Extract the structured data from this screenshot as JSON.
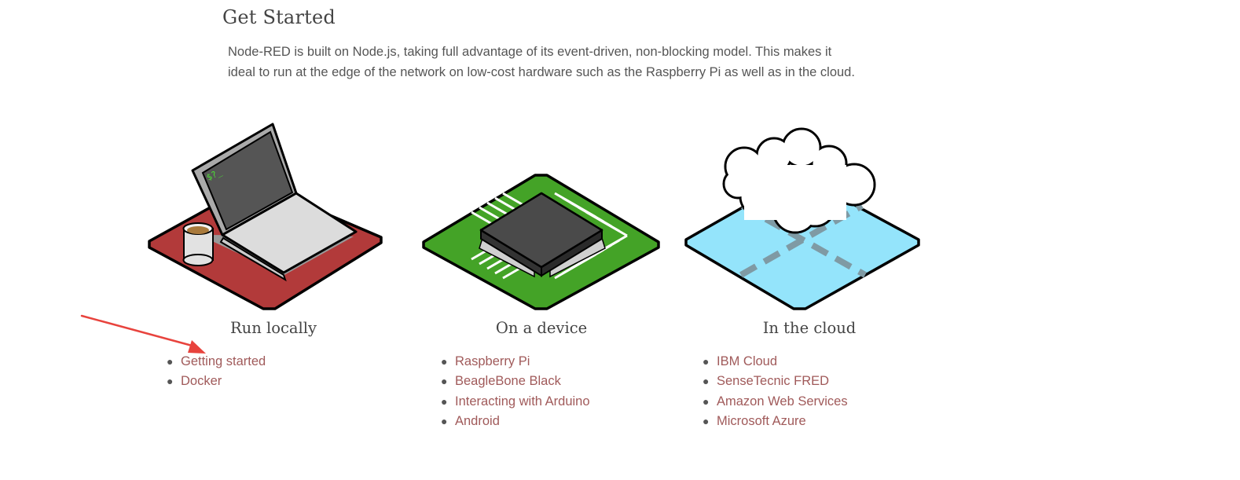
{
  "page": {
    "title": "Get Started",
    "intro": "Node-RED is built on Node.js, taking full advantage of its event-driven, non-blocking model. This makes it ideal to run at the edge of the network on low-cost hardware such as the Raspberry Pi as well as in the cloud."
  },
  "terminal_prompt": "$?_",
  "columns": [
    {
      "title": "Run locally",
      "illustration": "laptop-illustration",
      "links": [
        "Getting started",
        "Docker"
      ]
    },
    {
      "title": "On a device",
      "illustration": "chip-illustration",
      "links": [
        "Raspberry Pi",
        "BeagleBone Black",
        "Interacting with Arduino",
        "Android"
      ]
    },
    {
      "title": "In the cloud",
      "illustration": "cloud-illustration",
      "links": [
        "IBM Cloud",
        "SenseTecnic FRED",
        "Amazon Web Services",
        "Microsoft Azure"
      ]
    }
  ],
  "colors": {
    "link": "#a05a5a",
    "heading": "#444444",
    "body_text": "#555555",
    "local_base": "#b23a3a",
    "device_base": "#44a327",
    "cloud_base": "#94e4fb",
    "annotation_arrow": "#e8433d"
  }
}
